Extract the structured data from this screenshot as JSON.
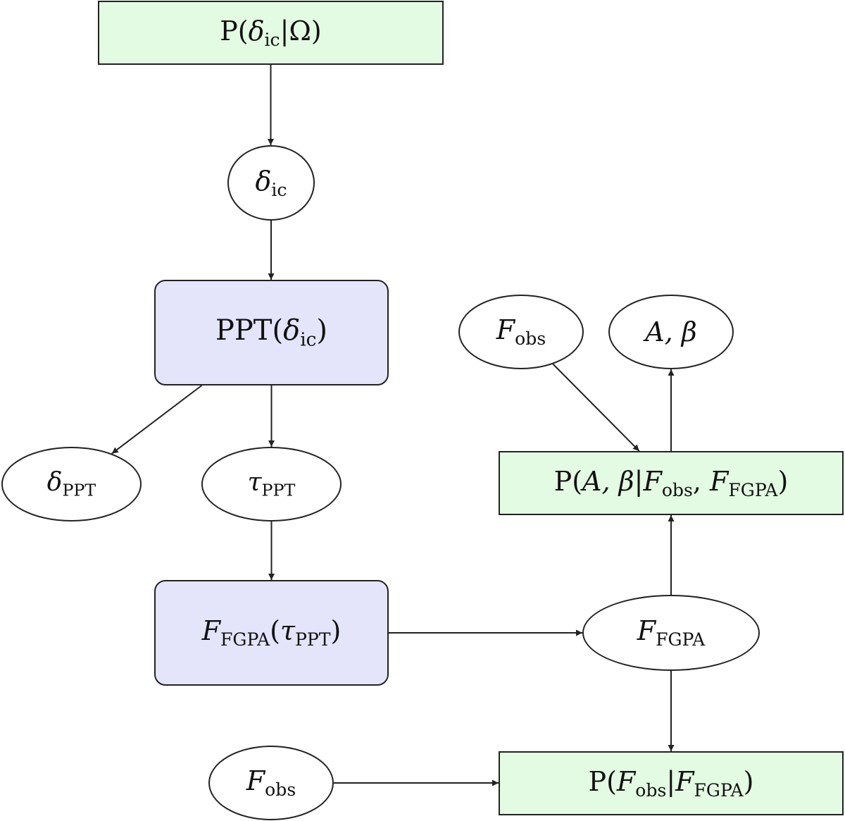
{
  "nodes": {
    "p_delta_omega": {
      "type": "likelihood",
      "parts": [
        [
          "P(",
          false
        ],
        [
          "δ",
          true
        ],
        [
          "ic",
          false,
          "sub"
        ],
        [
          "|Ω)",
          false
        ]
      ]
    },
    "delta_ic": {
      "type": "variable",
      "parts": [
        [
          "δ",
          true
        ],
        [
          "ic",
          false,
          "sub"
        ]
      ]
    },
    "ppt": {
      "type": "process",
      "parts": [
        [
          "PPT(",
          false
        ],
        [
          "δ",
          true
        ],
        [
          "ic",
          false,
          "sub"
        ],
        [
          ")",
          false
        ]
      ]
    },
    "delta_ppt": {
      "type": "variable",
      "parts": [
        [
          "δ",
          true
        ],
        [
          "PPT",
          false,
          "sub"
        ]
      ]
    },
    "tau_ppt": {
      "type": "variable",
      "parts": [
        [
          "τ",
          true
        ],
        [
          "PPT",
          false,
          "sub"
        ]
      ]
    },
    "fgpa_proc": {
      "type": "process",
      "parts": [
        [
          "F",
          true
        ],
        [
          "FGPA",
          false,
          "sub"
        ],
        [
          "(",
          false
        ],
        [
          "τ",
          true
        ],
        [
          "PPT",
          false,
          "sub"
        ],
        [
          ")",
          false
        ]
      ]
    },
    "f_fgpa": {
      "type": "variable",
      "parts": [
        [
          "F",
          true
        ],
        [
          "FGPA",
          false,
          "sub"
        ]
      ]
    },
    "f_obs_top": {
      "type": "variable",
      "parts": [
        [
          "F",
          true
        ],
        [
          "obs",
          false,
          "sub"
        ]
      ]
    },
    "a_beta": {
      "type": "variable",
      "parts": [
        [
          "A, β",
          true
        ]
      ]
    },
    "p_a_beta": {
      "type": "likelihood",
      "parts": [
        [
          "P(",
          false
        ],
        [
          "A, β",
          true
        ],
        [
          "|",
          false
        ],
        [
          "F",
          true
        ],
        [
          "obs",
          false,
          "sub"
        ],
        [
          ", ",
          false
        ],
        [
          "F",
          true
        ],
        [
          "FGPA",
          false,
          "sub"
        ],
        [
          ")",
          false
        ]
      ]
    },
    "f_obs_bottom": {
      "type": "variable",
      "parts": [
        [
          "F",
          true
        ],
        [
          "obs",
          false,
          "sub"
        ]
      ]
    },
    "p_fobs": {
      "type": "likelihood",
      "parts": [
        [
          "P(",
          false
        ],
        [
          "F",
          true
        ],
        [
          "obs",
          false,
          "sub"
        ],
        [
          "|",
          false
        ],
        [
          "F",
          true
        ],
        [
          "FGPA",
          false,
          "sub"
        ],
        [
          ")",
          false
        ]
      ]
    }
  },
  "edges": [
    {
      "from": "p_delta_omega",
      "to": "delta_ic"
    },
    {
      "from": "delta_ic",
      "to": "ppt"
    },
    {
      "from": "ppt",
      "to": "delta_ppt"
    },
    {
      "from": "ppt",
      "to": "tau_ppt"
    },
    {
      "from": "tau_ppt",
      "to": "fgpa_proc"
    },
    {
      "from": "fgpa_proc",
      "to": "f_fgpa"
    },
    {
      "from": "f_fgpa",
      "to": "p_a_beta"
    },
    {
      "from": "f_obs_top",
      "to": "p_a_beta"
    },
    {
      "from": "p_a_beta",
      "to": "a_beta"
    },
    {
      "from": "f_fgpa",
      "to": "p_fobs"
    },
    {
      "from": "f_obs_bottom",
      "to": "p_fobs"
    }
  ],
  "colors": {
    "likelihood_fill": "#e3fbe3",
    "process_fill": "#e4e4fb",
    "stroke": "#222222"
  }
}
